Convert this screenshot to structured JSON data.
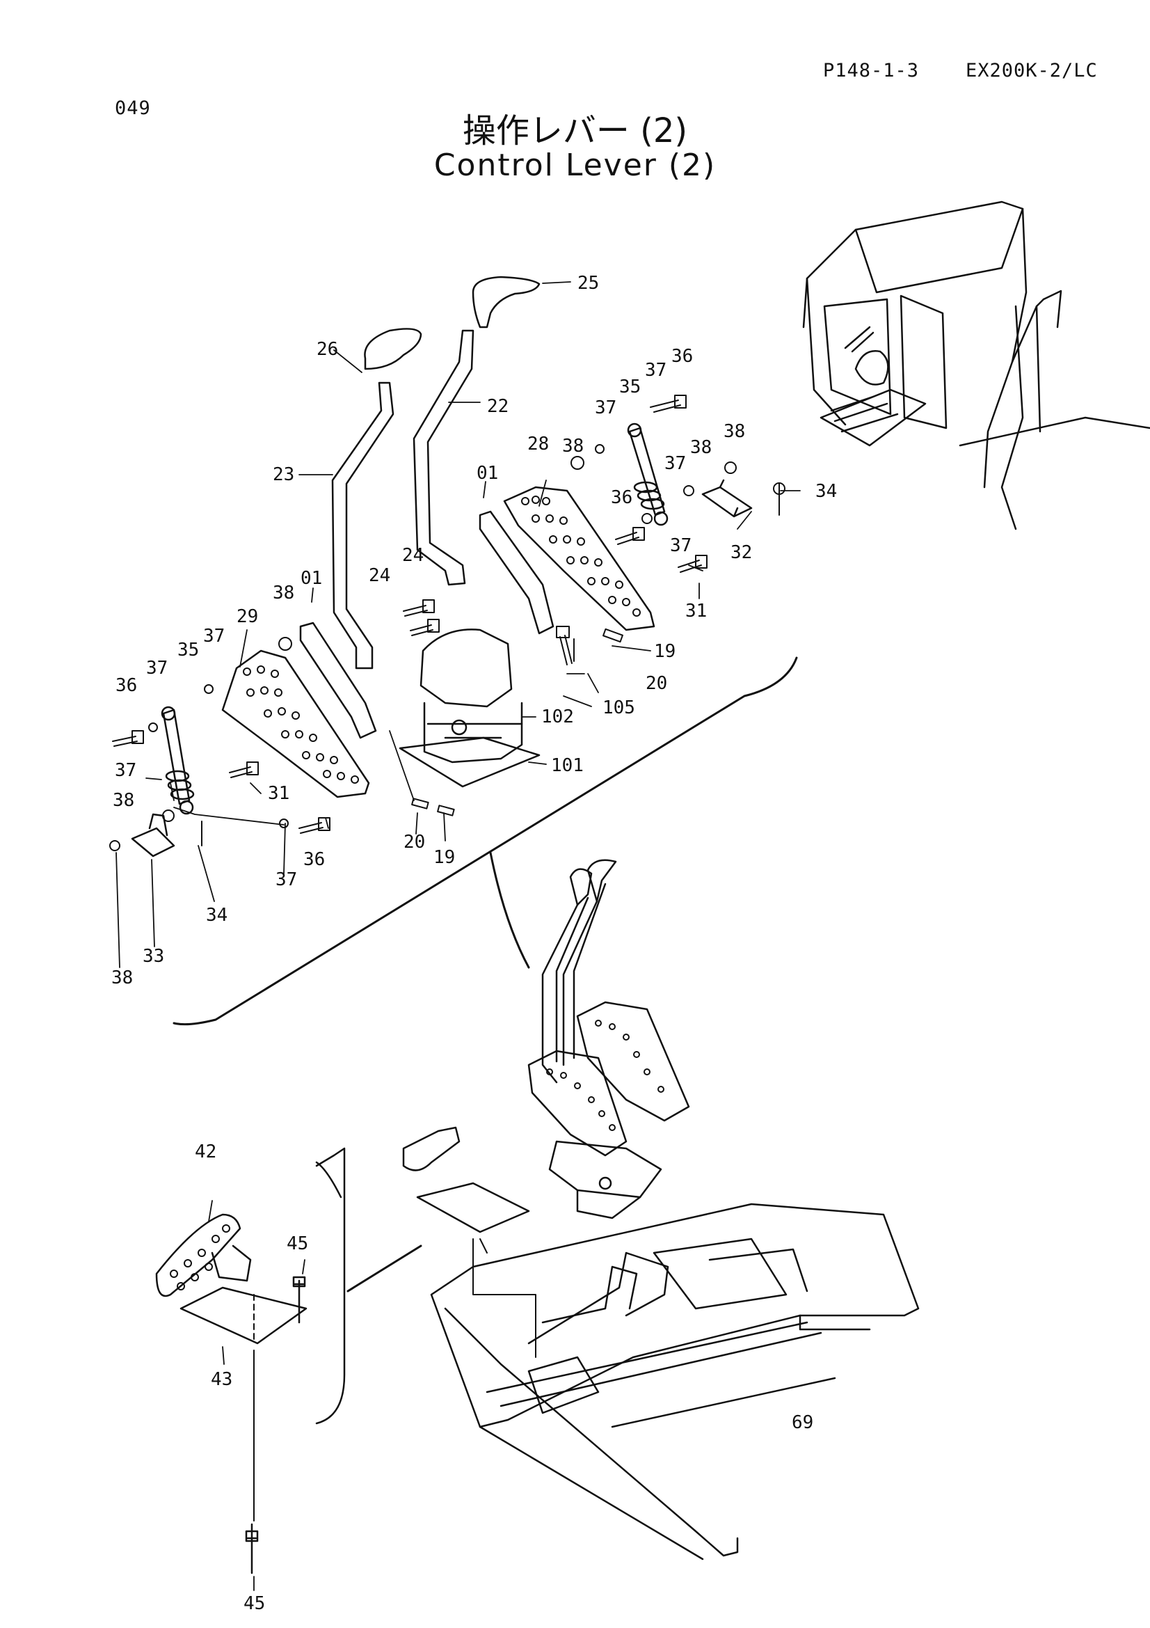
{
  "header": {
    "page_code": "P148-1-3",
    "model": "EX200K-2/LC",
    "figure_no": "049"
  },
  "title": {
    "japanese": "操作レバー (2)",
    "english": "Control Lever (2)"
  },
  "callouts": {
    "c01a": "01",
    "c01b": "01",
    "c19a": "19",
    "c19b": "19",
    "c20a": "20",
    "c20b": "20",
    "c22": "22",
    "c23": "23",
    "c24a": "24",
    "c24b": "24",
    "c25": "25",
    "c26": "26",
    "c28": "28",
    "c29": "29",
    "c31a": "31",
    "c31b": "31",
    "c32": "32",
    "c33": "33",
    "c34a": "34",
    "c34b": "34",
    "c35a": "35",
    "c35b": "35",
    "c36a": "36",
    "c36b": "36",
    "c36c": "36",
    "c36d": "36",
    "c37a": "37",
    "c37b": "37",
    "c37c": "37",
    "c37d": "37",
    "c37e": "37",
    "c37f": "37",
    "c37g": "37",
    "c37h": "37",
    "c38a": "38",
    "c38b": "38",
    "c38c": "38",
    "c38d": "38",
    "c38e": "38",
    "c38f": "38",
    "c42": "42",
    "c43": "43",
    "c45a": "45",
    "c45b": "45",
    "c69": "69",
    "c101": "101",
    "c102": "102",
    "c105": "105"
  }
}
